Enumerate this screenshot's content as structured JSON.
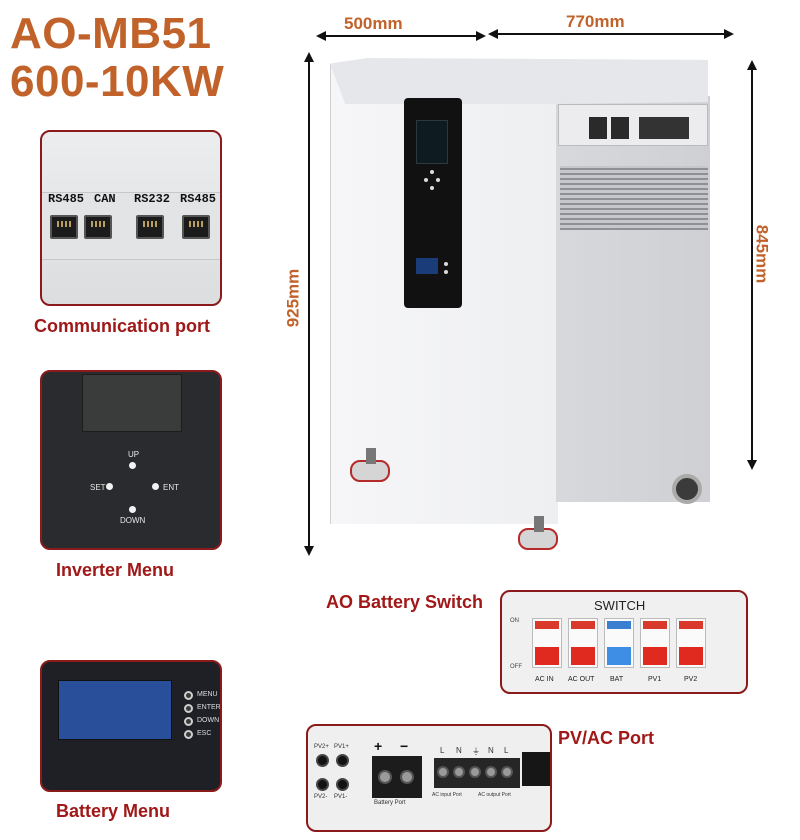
{
  "title": {
    "line1": "AO-MB51",
    "line2": "600-10KW"
  },
  "colors": {
    "title": "#c0622a",
    "caption": "#a01818",
    "panel_border": "#8b1a1a",
    "breaker_red": "#e02a20",
    "breaker_blue": "#3e8ee6"
  },
  "dimensions": {
    "depth": "500mm",
    "width": "770mm",
    "height_total": "925mm",
    "height_body": "845mm"
  },
  "communication_port": {
    "caption": "Communication port",
    "ports": [
      "RS485",
      "CAN",
      "RS232",
      "RS485"
    ]
  },
  "inverter_menu": {
    "caption": "Inverter Menu",
    "buttons": {
      "up": "UP",
      "set": "SET",
      "ent": "ENT",
      "down": "DOWN"
    }
  },
  "battery_menu": {
    "caption": "Battery Menu",
    "buttons": [
      "MENU",
      "ENTER",
      "DOWN",
      "ESC"
    ]
  },
  "battery_switch": {
    "caption": "AO Battery Switch",
    "panel_title": "SWITCH",
    "on_label": "ON",
    "off_label": "OFF",
    "breakers": [
      "AC IN",
      "AC OUT",
      "BAT",
      "PV1",
      "PV2"
    ]
  },
  "pv_ac_port": {
    "caption": "PV/AC Port",
    "pv_labels": [
      "PV2+",
      "PV1+",
      "PV2-",
      "PV1-"
    ],
    "battery_terminals": [
      "+",
      "−"
    ],
    "battery_port_label": "Battery Port",
    "ac_terminals": [
      "L",
      "N",
      "⏚",
      "N",
      "L"
    ],
    "ac_input_label": "AC input Port",
    "ac_output_label": "AC output Port"
  },
  "icons": [
    "ground-icon"
  ]
}
